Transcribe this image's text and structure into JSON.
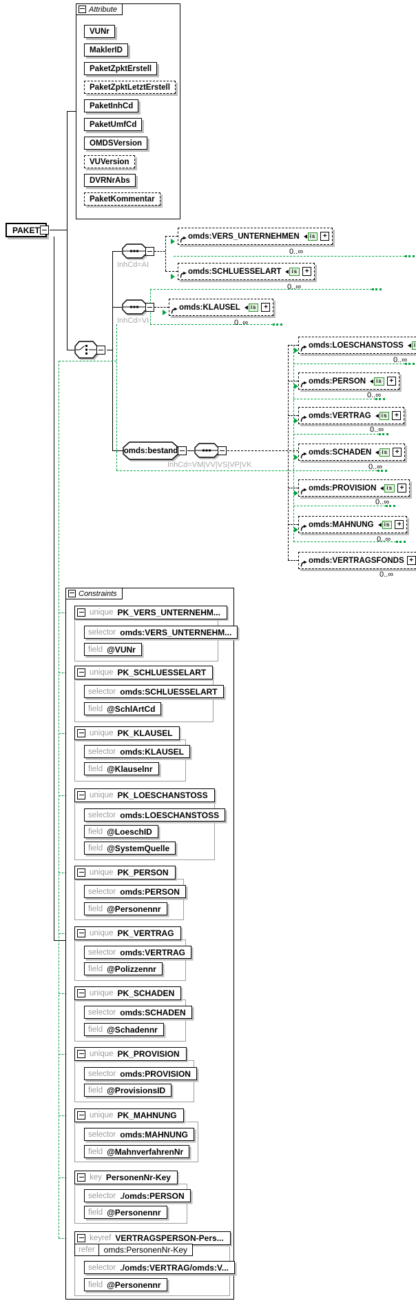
{
  "root": {
    "label": "PAKET"
  },
  "attribute_box": {
    "title": "Attribute",
    "items": [
      {
        "label": "VUNr"
      },
      {
        "label": "MaklerID"
      },
      {
        "label": "PaketZpktErstell"
      },
      {
        "label": "PaketZpktLetztErstell"
      },
      {
        "label": "PaketInhCd"
      },
      {
        "label": "PaketUmfCd"
      },
      {
        "label": "OMDSVersion"
      },
      {
        "label": "VUVersion"
      },
      {
        "label": "DVRNrAbs"
      },
      {
        "label": "PaketKommentar"
      }
    ]
  },
  "branches": {
    "seq1_condition": "InhCd=AI",
    "seq2_condition": "InhCd=VI",
    "bestand": {
      "label": "omds:bestand",
      "condition": "InhCd=VM|VV|VS|VP|VK"
    },
    "elements_left": [
      {
        "label": "omds:VERS_UNTERNEHMEN",
        "occurs": "0..∞"
      },
      {
        "label": "omds:SCHLUESSELART",
        "occurs": "0..∞"
      },
      {
        "label": "omds:KLAUSEL",
        "occurs": "0..∞"
      }
    ],
    "elements_right": [
      {
        "label": "omds:LOESCHANSTOSS",
        "occurs": "0..∞"
      },
      {
        "label": "omds:PERSON",
        "occurs": "0..∞"
      },
      {
        "label": "omds:VERTRAG",
        "occurs": "0..∞"
      },
      {
        "label": "omds:SCHADEN",
        "occurs": "0..∞"
      },
      {
        "label": "omds:PROVISION",
        "occurs": "0..∞"
      },
      {
        "label": "omds:MAHNUNG",
        "occurs": "0..∞"
      },
      {
        "label": "omds:VERTRAGSFONDS",
        "occurs": "0..∞"
      }
    ]
  },
  "icons": {
    "is_badge": "is",
    "plus": "+"
  },
  "constraints_box": {
    "title": "Constraints",
    "selector_label": "selector",
    "field_label": "field",
    "refer_label": "refer",
    "items": [
      {
        "kind": "unique",
        "name": "PK_VERS_UNTERNEHM...",
        "selector": "omds:VERS_UNTERNEHM...",
        "fields": [
          "@VUNr"
        ]
      },
      {
        "kind": "unique",
        "name": "PK_SCHLUESSELART",
        "selector": "omds:SCHLUESSELART",
        "fields": [
          "@SchlArtCd"
        ]
      },
      {
        "kind": "unique",
        "name": "PK_KLAUSEL",
        "selector": "omds:KLAUSEL",
        "fields": [
          "@Klauselnr"
        ]
      },
      {
        "kind": "unique",
        "name": "PK_LOESCHANSTOSS",
        "selector": "omds:LOESCHANSTOSS",
        "fields": [
          "@LoeschID",
          "@SystemQuelle"
        ]
      },
      {
        "kind": "unique",
        "name": "PK_PERSON",
        "selector": "omds:PERSON",
        "fields": [
          "@Personennr"
        ]
      },
      {
        "kind": "unique",
        "name": "PK_VERTRAG",
        "selector": "omds:VERTRAG",
        "fields": [
          "@Polizzennr"
        ]
      },
      {
        "kind": "unique",
        "name": "PK_SCHADEN",
        "selector": "omds:SCHADEN",
        "fields": [
          "@Schadennr"
        ]
      },
      {
        "kind": "unique",
        "name": "PK_PROVISION",
        "selector": "omds:PROVISION",
        "fields": [
          "@ProvisionsID"
        ]
      },
      {
        "kind": "unique",
        "name": "PK_MAHNUNG",
        "selector": "omds:MAHNUNG",
        "fields": [
          "@MahnverfahrenNr"
        ]
      },
      {
        "kind": "key",
        "name": "PersonenNr-Key",
        "selector": "./omds:PERSON",
        "fields": [
          "@Personennr"
        ]
      },
      {
        "kind": "keyref",
        "name": "VERTRAGSPERSON-Pers...",
        "refer": "omds:PersonenNr-Key",
        "selector": "./omds:VERTRAG/omds:V...",
        "fields": [
          "@Personennr"
        ]
      }
    ]
  },
  "colors": {
    "condition_green": "#00a33c",
    "shadow_gray": "#bdbdbd",
    "keyword_gray": "#9b9b9b"
  }
}
